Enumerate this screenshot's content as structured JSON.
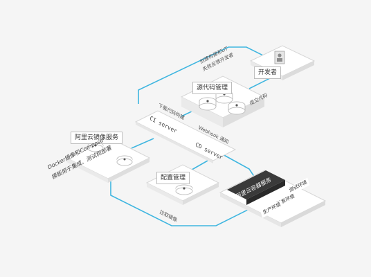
{
  "colors": {
    "background": "#f5f5f5",
    "flow_line": "#3fb6e0",
    "platform": "#ffffff",
    "platform_edge": "#d6d6d6",
    "dark_box": "#3a3a3a",
    "disc": "#ffffff",
    "disc_edge": "#bfbfbf"
  },
  "nodes": {
    "developer": {
      "title": "开发者",
      "icon": "person-icon"
    },
    "source": {
      "title": "源代码管理",
      "note": "提交代码"
    },
    "ci_server": {
      "title": "CI server"
    },
    "cd_server": {
      "title": "CD server"
    },
    "registry": {
      "title": "阿里云镜像服务"
    },
    "config": {
      "title": "配置管理"
    },
    "container_service": {
      "title": "阿里云容器服务",
      "envs": [
        "测试环境",
        "预发环境",
        "生产环境"
      ]
    }
  },
  "edges": {
    "feedback_line1": "创建构建和UT",
    "feedback_line2": "失败反馈开发者",
    "download_code": "下载代码构建",
    "webhook": "Webhook 通知",
    "pull_image": "拉取镜像"
  },
  "notes": {
    "docker_line1": "Docker镜像和Compose",
    "docker_line2": "模板用于集成、测试和部署"
  }
}
